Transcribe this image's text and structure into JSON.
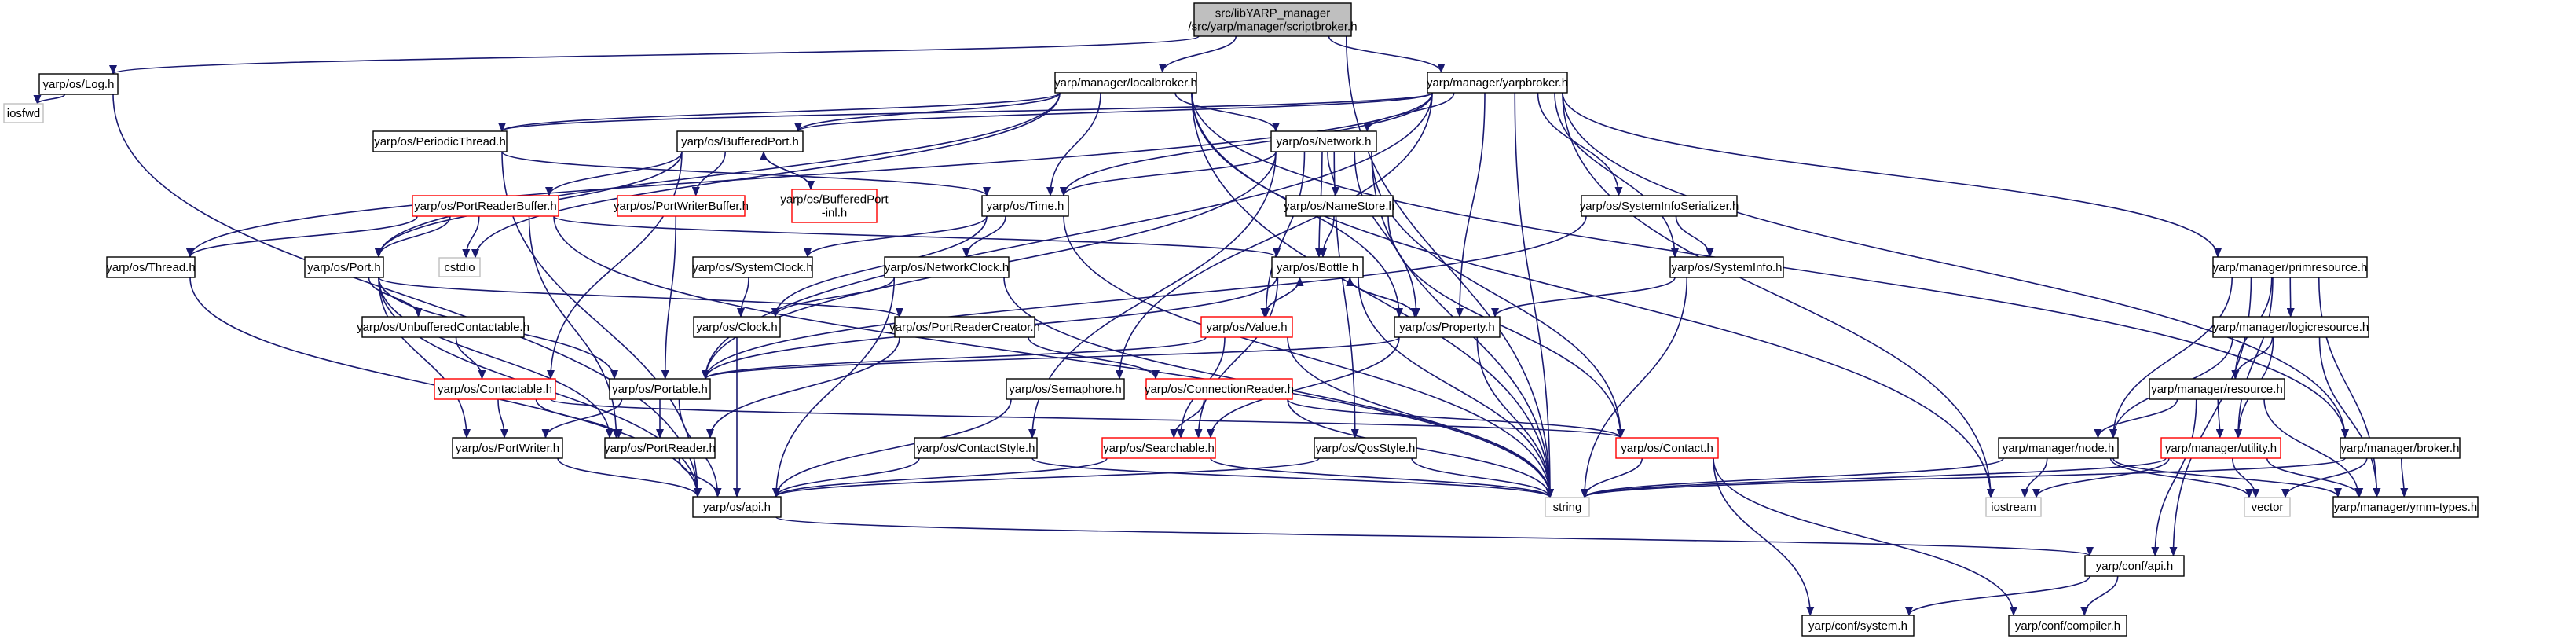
{
  "diagram": {
    "colors": {
      "edge": "#191970",
      "border_normal": "#000000",
      "border_truncated": "#ff0000",
      "border_external": "#bfbfbf",
      "root_fill": "#bfbfbf",
      "text": "#000000"
    },
    "nodes": [
      {
        "id": "root",
        "label": "src/libYARP_manager\n/src/yarp/manager/scriptbroker.h",
        "style": "root"
      },
      {
        "id": "log",
        "label": "yarp/os/Log.h",
        "style": "normal"
      },
      {
        "id": "iosfwd",
        "label": "iosfwd",
        "style": "external"
      },
      {
        "id": "localbroker",
        "label": "yarp/manager/localbroker.h",
        "style": "normal"
      },
      {
        "id": "yarpbroker",
        "label": "yarp/manager/yarpbroker.h",
        "style": "normal"
      },
      {
        "id": "periodic",
        "label": "yarp/os/PeriodicThread.h",
        "style": "normal"
      },
      {
        "id": "bufport",
        "label": "yarp/os/BufferedPort.h",
        "style": "normal"
      },
      {
        "id": "bufportinl",
        "label": "yarp/os/BufferedPort\n-inl.h",
        "style": "truncated"
      },
      {
        "id": "network",
        "label": "yarp/os/Network.h",
        "style": "normal"
      },
      {
        "id": "prb",
        "label": "yarp/os/PortReaderBuffer.h",
        "style": "truncated"
      },
      {
        "id": "pwb",
        "label": "yarp/os/PortWriterBuffer.h",
        "style": "truncated"
      },
      {
        "id": "time",
        "label": "yarp/os/Time.h",
        "style": "normal"
      },
      {
        "id": "namestore",
        "label": "yarp/os/NameStore.h",
        "style": "normal"
      },
      {
        "id": "sysinfoser",
        "label": "yarp/os/SystemInfoSerializer.h",
        "style": "normal"
      },
      {
        "id": "thread",
        "label": "yarp/os/Thread.h",
        "style": "normal"
      },
      {
        "id": "port",
        "label": "yarp/os/Port.h",
        "style": "normal"
      },
      {
        "id": "cstdio",
        "label": "cstdio",
        "style": "external"
      },
      {
        "id": "sysclock",
        "label": "yarp/os/SystemClock.h",
        "style": "normal"
      },
      {
        "id": "netclock",
        "label": "yarp/os/NetworkClock.h",
        "style": "normal"
      },
      {
        "id": "bottle",
        "label": "yarp/os/Bottle.h",
        "style": "normal"
      },
      {
        "id": "sysinfo",
        "label": "yarp/os/SystemInfo.h",
        "style": "normal"
      },
      {
        "id": "primres",
        "label": "yarp/manager/primresource.h",
        "style": "normal"
      },
      {
        "id": "unbuf",
        "label": "yarp/os/UnbufferedContactable.h",
        "style": "normal"
      },
      {
        "id": "clock",
        "label": "yarp/os/Clock.h",
        "style": "normal"
      },
      {
        "id": "prc",
        "label": "yarp/os/PortReaderCreator.h",
        "style": "normal"
      },
      {
        "id": "value",
        "label": "yarp/os/Value.h",
        "style": "truncated"
      },
      {
        "id": "property",
        "label": "yarp/os/Property.h",
        "style": "normal"
      },
      {
        "id": "logicres",
        "label": "yarp/manager/logicresource.h",
        "style": "normal"
      },
      {
        "id": "contactable",
        "label": "yarp/os/Contactable.h",
        "style": "truncated"
      },
      {
        "id": "portable",
        "label": "yarp/os/Portable.h",
        "style": "normal"
      },
      {
        "id": "semaphore",
        "label": "yarp/os/Semaphore.h",
        "style": "normal"
      },
      {
        "id": "connreader",
        "label": "yarp/os/ConnectionReader.h",
        "style": "truncated"
      },
      {
        "id": "resource",
        "label": "yarp/manager/resource.h",
        "style": "normal"
      },
      {
        "id": "portwriter",
        "label": "yarp/os/PortWriter.h",
        "style": "normal"
      },
      {
        "id": "portreader",
        "label": "yarp/os/PortReader.h",
        "style": "normal"
      },
      {
        "id": "contactstyle",
        "label": "yarp/os/ContactStyle.h",
        "style": "normal"
      },
      {
        "id": "searchable",
        "label": "yarp/os/Searchable.h",
        "style": "truncated"
      },
      {
        "id": "qosstyle",
        "label": "yarp/os/QosStyle.h",
        "style": "normal"
      },
      {
        "id": "contact",
        "label": "yarp/os/Contact.h",
        "style": "truncated"
      },
      {
        "id": "node",
        "label": "yarp/manager/node.h",
        "style": "normal"
      },
      {
        "id": "utility",
        "label": "yarp/manager/utility.h",
        "style": "truncated"
      },
      {
        "id": "broker",
        "label": "yarp/manager/broker.h",
        "style": "normal"
      },
      {
        "id": "osapi",
        "label": "yarp/os/api.h",
        "style": "normal"
      },
      {
        "id": "string",
        "label": "string",
        "style": "external"
      },
      {
        "id": "iostream",
        "label": "iostream",
        "style": "external"
      },
      {
        "id": "vector",
        "label": "vector",
        "style": "external"
      },
      {
        "id": "ymm",
        "label": "yarp/manager/ymm-types.h",
        "style": "normal"
      },
      {
        "id": "confapi",
        "label": "yarp/conf/api.h",
        "style": "normal"
      },
      {
        "id": "confsys",
        "label": "yarp/conf/system.h",
        "style": "normal"
      },
      {
        "id": "confcomp",
        "label": "yarp/conf/compiler.h",
        "style": "normal"
      }
    ],
    "edges": [
      [
        "root",
        "log"
      ],
      [
        "root",
        "localbroker"
      ],
      [
        "root",
        "yarpbroker"
      ],
      [
        "root",
        "string"
      ],
      [
        "log",
        "iosfwd"
      ],
      [
        "log",
        "osapi"
      ],
      [
        "localbroker",
        "periodic"
      ],
      [
        "localbroker",
        "bufport"
      ],
      [
        "localbroker",
        "network"
      ],
      [
        "localbroker",
        "time"
      ],
      [
        "localbroker",
        "port"
      ],
      [
        "localbroker",
        "cstdio"
      ],
      [
        "localbroker",
        "property"
      ],
      [
        "localbroker",
        "string"
      ],
      [
        "localbroker",
        "iostream"
      ],
      [
        "localbroker",
        "broker"
      ],
      [
        "yarpbroker",
        "periodic"
      ],
      [
        "yarpbroker",
        "bufport"
      ],
      [
        "yarpbroker",
        "network"
      ],
      [
        "yarpbroker",
        "time"
      ],
      [
        "yarpbroker",
        "sysinfoser"
      ],
      [
        "yarpbroker",
        "sysinfo"
      ],
      [
        "yarpbroker",
        "property"
      ],
      [
        "yarpbroker",
        "thread"
      ],
      [
        "yarpbroker",
        "primres"
      ],
      [
        "yarpbroker",
        "portable"
      ],
      [
        "yarpbroker",
        "string"
      ],
      [
        "yarpbroker",
        "iostream"
      ],
      [
        "yarpbroker",
        "broker"
      ],
      [
        "yarpbroker",
        "semaphore"
      ],
      [
        "periodic",
        "osapi"
      ],
      [
        "periodic",
        "time"
      ],
      [
        "bufport",
        "bufportinl"
      ],
      [
        "bufport",
        "prb"
      ],
      [
        "bufport",
        "pwb"
      ],
      [
        "bufport",
        "port"
      ],
      [
        "bufport",
        "contactable"
      ],
      [
        "bufportinl",
        "bufport"
      ],
      [
        "network",
        "time"
      ],
      [
        "network",
        "namestore"
      ],
      [
        "network",
        "bottle"
      ],
      [
        "network",
        "value"
      ],
      [
        "network",
        "property"
      ],
      [
        "network",
        "portable"
      ],
      [
        "network",
        "contact"
      ],
      [
        "network",
        "contactstyle"
      ],
      [
        "network",
        "qosstyle"
      ],
      [
        "network",
        "string"
      ],
      [
        "prb",
        "thread"
      ],
      [
        "prb",
        "port"
      ],
      [
        "prb",
        "cstdio"
      ],
      [
        "prb",
        "bottle"
      ],
      [
        "prb",
        "portreader"
      ],
      [
        "prb",
        "string"
      ],
      [
        "pwb",
        "portable"
      ],
      [
        "time",
        "sysclock"
      ],
      [
        "time",
        "netclock"
      ],
      [
        "time",
        "clock"
      ],
      [
        "time",
        "string"
      ],
      [
        "namestore",
        "bottle"
      ],
      [
        "namestore",
        "contact"
      ],
      [
        "sysinfoser",
        "sysinfo"
      ],
      [
        "sysinfoser",
        "portable"
      ],
      [
        "thread",
        "osapi"
      ],
      [
        "port",
        "unbuf"
      ],
      [
        "port",
        "prc"
      ],
      [
        "port",
        "portable"
      ],
      [
        "port",
        "portwriter"
      ],
      [
        "port",
        "portreader"
      ],
      [
        "port",
        "osapi"
      ],
      [
        "sysclock",
        "clock"
      ],
      [
        "netclock",
        "clock"
      ],
      [
        "netclock",
        "string"
      ],
      [
        "netclock",
        "osapi"
      ],
      [
        "bottle",
        "value"
      ],
      [
        "bottle",
        "property"
      ],
      [
        "bottle",
        "portable"
      ],
      [
        "bottle",
        "searchable"
      ],
      [
        "bottle",
        "string"
      ],
      [
        "sysinfo",
        "property"
      ],
      [
        "sysinfo",
        "string"
      ],
      [
        "primres",
        "logicres"
      ],
      [
        "primres",
        "node"
      ],
      [
        "primres",
        "resource"
      ],
      [
        "primres",
        "utility"
      ],
      [
        "primres",
        "ymm"
      ],
      [
        "primres",
        "confapi"
      ],
      [
        "unbuf",
        "contactable"
      ],
      [
        "clock",
        "osapi"
      ],
      [
        "prc",
        "connreader"
      ],
      [
        "prc",
        "portreader"
      ],
      [
        "value",
        "bottle"
      ],
      [
        "value",
        "portable"
      ],
      [
        "value",
        "searchable"
      ],
      [
        "value",
        "string"
      ],
      [
        "property",
        "bottle"
      ],
      [
        "property",
        "portable"
      ],
      [
        "property",
        "searchable"
      ],
      [
        "property",
        "string"
      ],
      [
        "logicres",
        "resource"
      ],
      [
        "logicres",
        "node"
      ],
      [
        "logicres",
        "utility"
      ],
      [
        "logicres",
        "ymm"
      ],
      [
        "contactable",
        "portwriter"
      ],
      [
        "contactable",
        "portreader"
      ],
      [
        "contactable",
        "contact"
      ],
      [
        "portable",
        "portwriter"
      ],
      [
        "portable",
        "portreader"
      ],
      [
        "portable",
        "osapi"
      ],
      [
        "semaphore",
        "osapi"
      ],
      [
        "connreader",
        "searchable"
      ],
      [
        "connreader",
        "contact"
      ],
      [
        "connreader",
        "string"
      ],
      [
        "resource",
        "node"
      ],
      [
        "resource",
        "utility"
      ],
      [
        "resource",
        "ymm"
      ],
      [
        "resource",
        "confapi"
      ],
      [
        "portwriter",
        "osapi"
      ],
      [
        "portreader",
        "osapi"
      ],
      [
        "contactstyle",
        "osapi"
      ],
      [
        "contactstyle",
        "string"
      ],
      [
        "searchable",
        "osapi"
      ],
      [
        "searchable",
        "string"
      ],
      [
        "qosstyle",
        "osapi"
      ],
      [
        "qosstyle",
        "string"
      ],
      [
        "contact",
        "string"
      ],
      [
        "contact",
        "confsys"
      ],
      [
        "contact",
        "confcomp"
      ],
      [
        "node",
        "string"
      ],
      [
        "node",
        "iostream"
      ],
      [
        "node",
        "vector"
      ],
      [
        "node",
        "ymm"
      ],
      [
        "utility",
        "string"
      ],
      [
        "utility",
        "iostream"
      ],
      [
        "utility",
        "vector"
      ],
      [
        "utility",
        "ymm"
      ],
      [
        "broker",
        "string"
      ],
      [
        "broker",
        "vector"
      ],
      [
        "broker",
        "ymm"
      ],
      [
        "osapi",
        "confapi"
      ],
      [
        "confapi",
        "confcomp"
      ],
      [
        "confapi",
        "confsys"
      ]
    ]
  }
}
